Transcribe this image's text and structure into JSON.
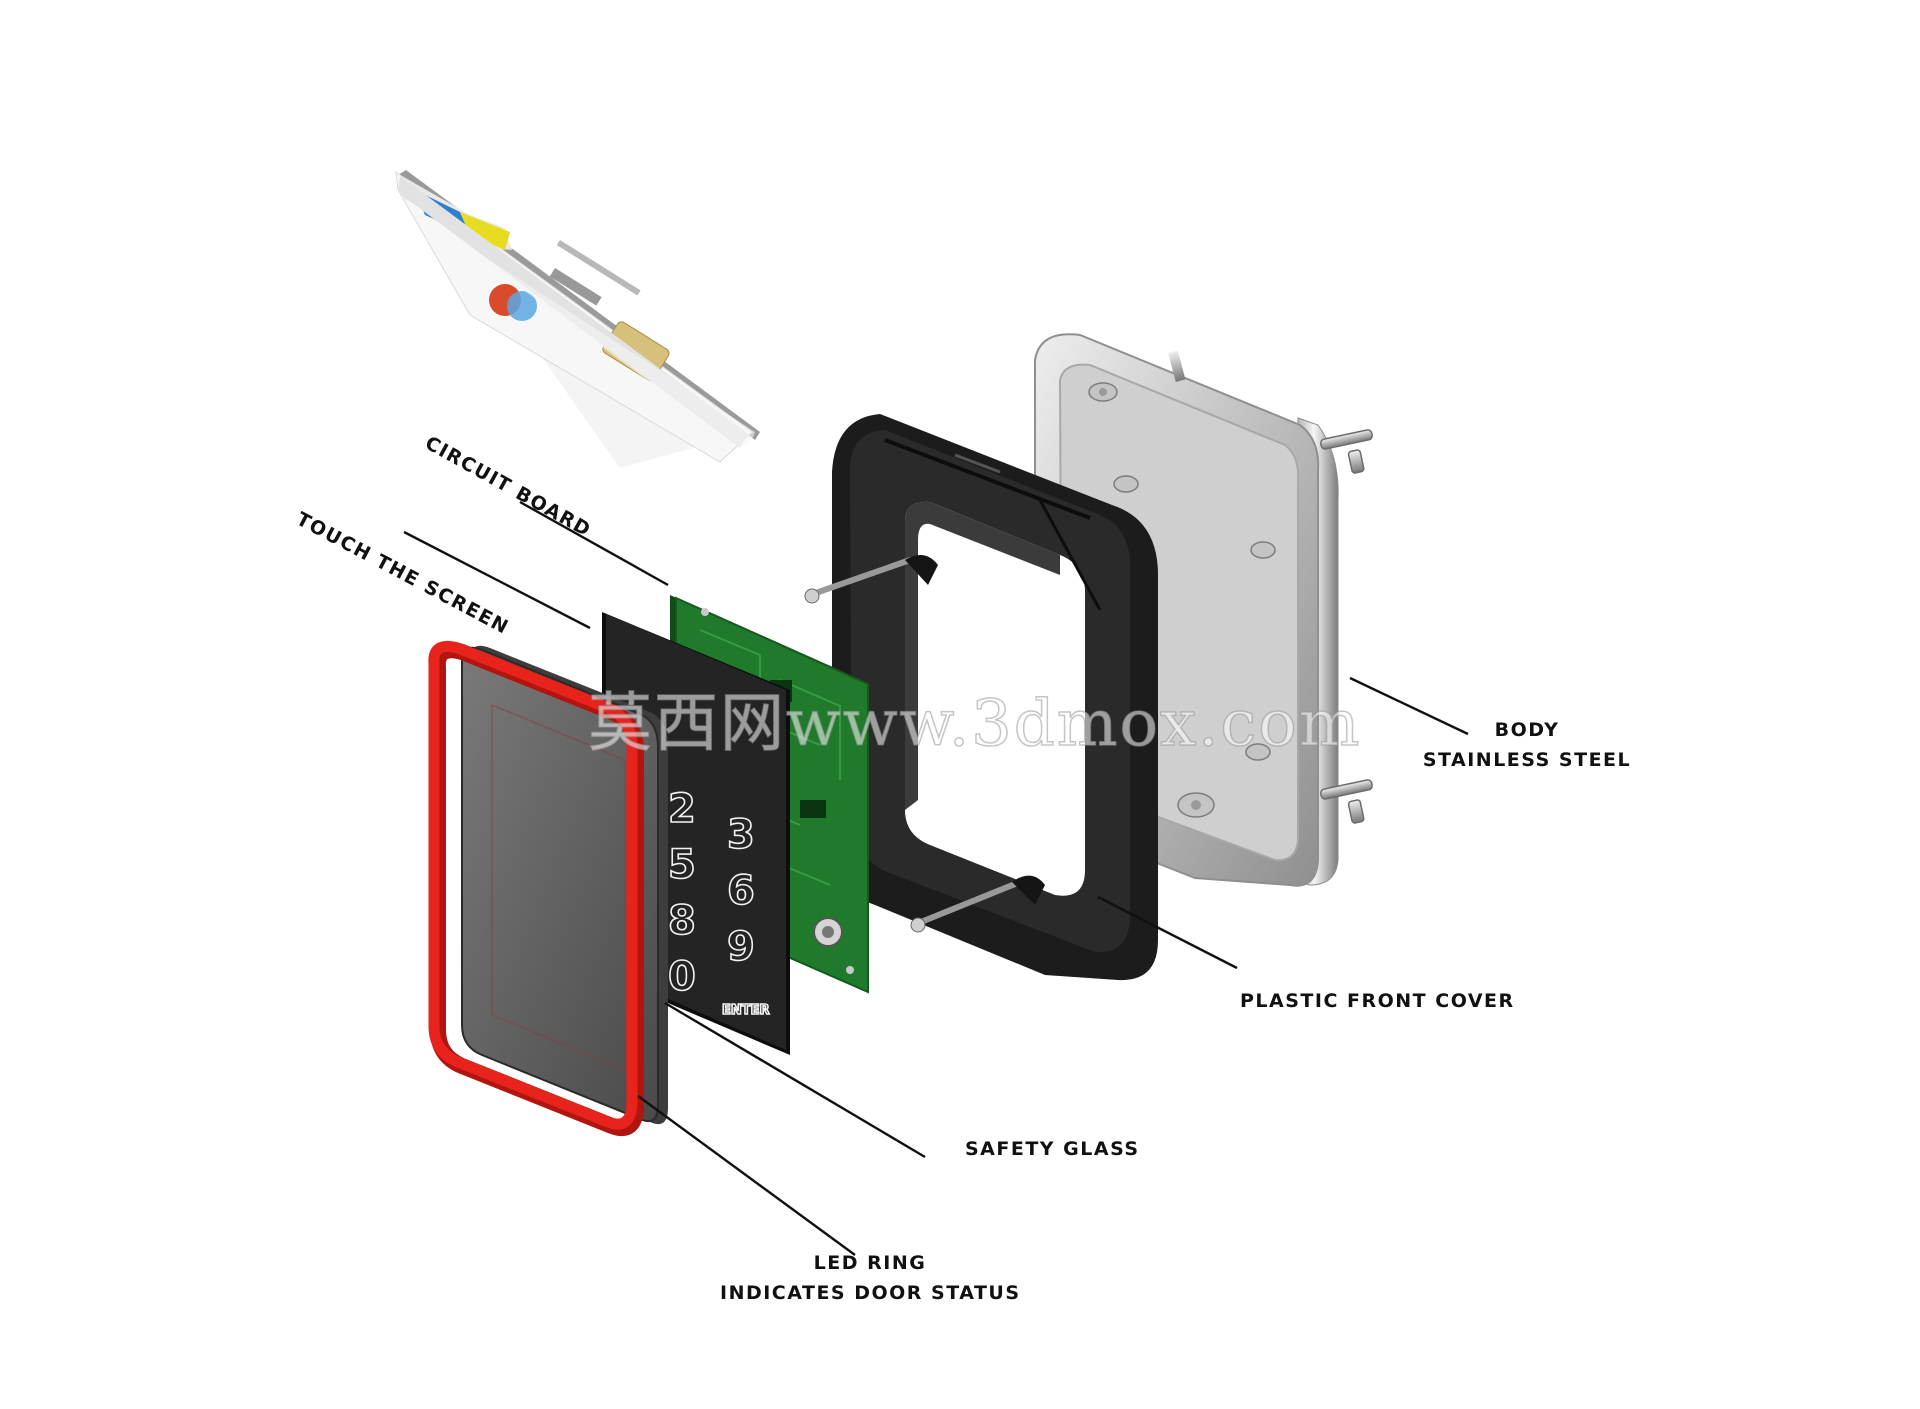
{
  "labels": {
    "circuit_board": "CIRCUIT BOARD",
    "touch_screen": "TOUCH THE SCREEN",
    "body_line1": "BODY",
    "body_line2": "STAINLESS STEEL",
    "plastic_cover": "PLASTIC FRONT COVER",
    "safety_glass": "SAFETY GLASS",
    "led_line1": "LED RING",
    "led_line2": "INDICATES DOOR STATUS"
  },
  "keypad": {
    "keys": [
      "2",
      "3",
      "5",
      "6",
      "8",
      "9",
      "0",
      "ENTER"
    ]
  },
  "watermark": "莫西网www.3dmox.com",
  "colors": {
    "led_ring": "#e8231c",
    "pcb_green": "#1f7a2c",
    "cover_black": "#1c1c1c",
    "steel": "#c9c9c9",
    "label_text": "#111111"
  }
}
